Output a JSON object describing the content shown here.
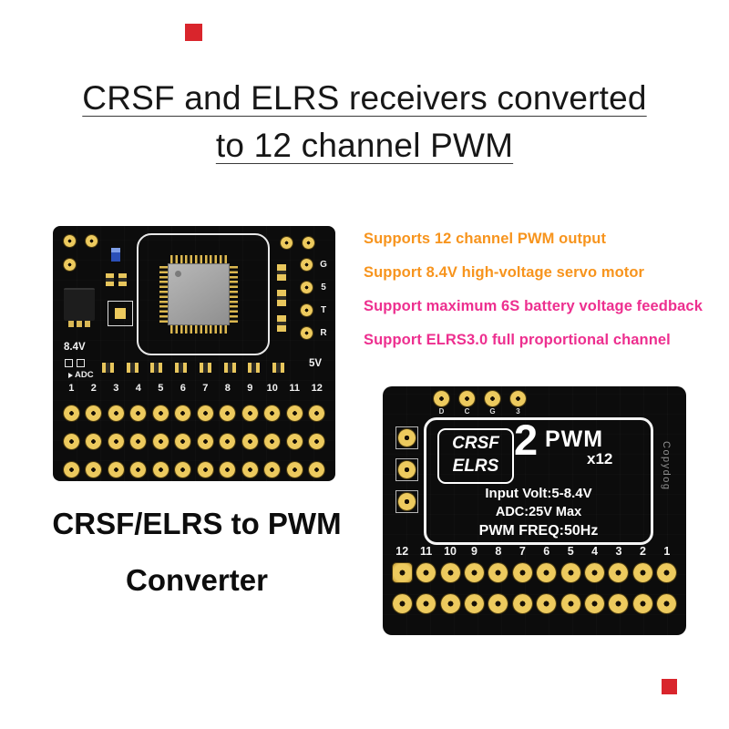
{
  "colors": {
    "accent_red": "#d9252c",
    "feature_orange": "#f7941d",
    "feature_magenta": "#ed2f8f",
    "pcb_black": "#0c0c0c",
    "pad_gold": "#edca5e"
  },
  "title": {
    "line1": "CRSF and ELRS receivers converted",
    "line2": "to 12 channel PWM"
  },
  "features": {
    "items": [
      {
        "text": "Supports 12 channel PWM output"
      },
      {
        "text": "Support 8.4V high-voltage servo motor"
      },
      {
        "text": "Support maximum 6S battery voltage feedback"
      },
      {
        "text": "Support ELRS3.0 full proportional channel"
      }
    ]
  },
  "caption": {
    "line1": "CRSF/ELRS to PWM",
    "line2": "Converter"
  },
  "left_pcb": {
    "voltage_label": "8.4V",
    "adc_label": "ADC",
    "five_v_label": "5V",
    "side_pins": [
      "G",
      "5",
      "T",
      "R"
    ],
    "pin_numbers": [
      "1",
      "2",
      "3",
      "4",
      "5",
      "6",
      "7",
      "8",
      "9",
      "10",
      "11",
      "12"
    ]
  },
  "right_pcb": {
    "top_pad_labels": [
      "D",
      "C",
      "G",
      "3"
    ],
    "logo_line1": "CRSF",
    "logo_line2": "ELRS",
    "big_digit": "2",
    "pwm_label": "PWM",
    "multiplier": "x12",
    "spec_lines": [
      "Input Volt:5-8.4V",
      "ADC:25V Max",
      "PWM FREQ:50Hz"
    ],
    "brand": "Copydog",
    "pin_numbers": [
      "12",
      "11",
      "10",
      "9",
      "8",
      "7",
      "6",
      "5",
      "4",
      "3",
      "2",
      "1"
    ]
  }
}
